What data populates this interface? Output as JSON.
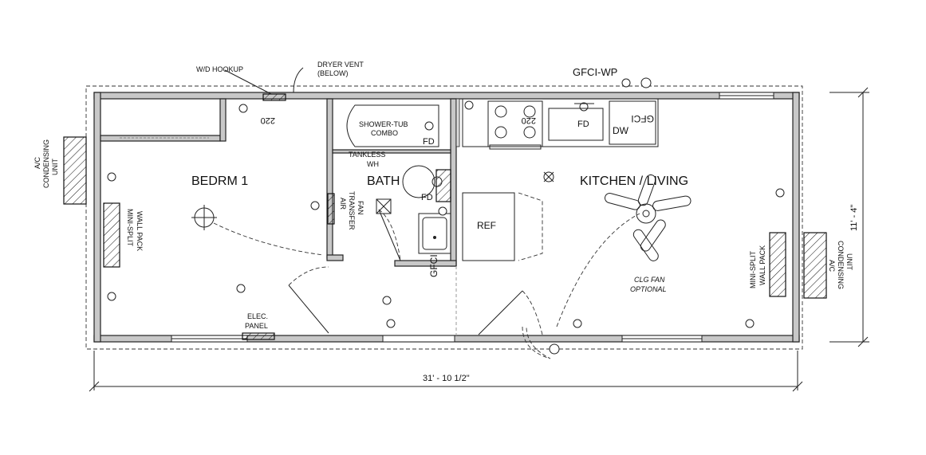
{
  "rooms": {
    "bedroom": "BEDRM 1",
    "bath": "BATH",
    "kitchen_living": "KITCHEN / LIVING"
  },
  "labels": {
    "wd_hookup": "W/D HOOKUP",
    "dryer_vent_1": "DRYER VENT",
    "dryer_vent_2": "(BELOW)",
    "gfci_wp": "GFCI-WP",
    "shower_1": "SHOWER-TUB",
    "shower_2": "COMBO",
    "fd": "FD",
    "tankless_1": "TANKLESS",
    "tankless_2": "WH",
    "air_1": "AIR",
    "air_2": "TRANSFER",
    "air_3": "FAN",
    "gfci": "GFCI",
    "ref": "REF",
    "dw": "DW",
    "v220": "220",
    "clg_fan_1": "CLG FAN",
    "clg_fan_2": "OPTIONAL",
    "elec_1": "ELEC.",
    "elec_2": "PANEL",
    "minisplit_1": "MINI-SPLIT",
    "minisplit_2": "WALL PACK",
    "ac_1": "A/C",
    "ac_2": "CONDENSING",
    "ac_3": "UNIT"
  },
  "dimensions": {
    "length": "31' - 10 1/2\"",
    "width": "11' - 4\""
  }
}
